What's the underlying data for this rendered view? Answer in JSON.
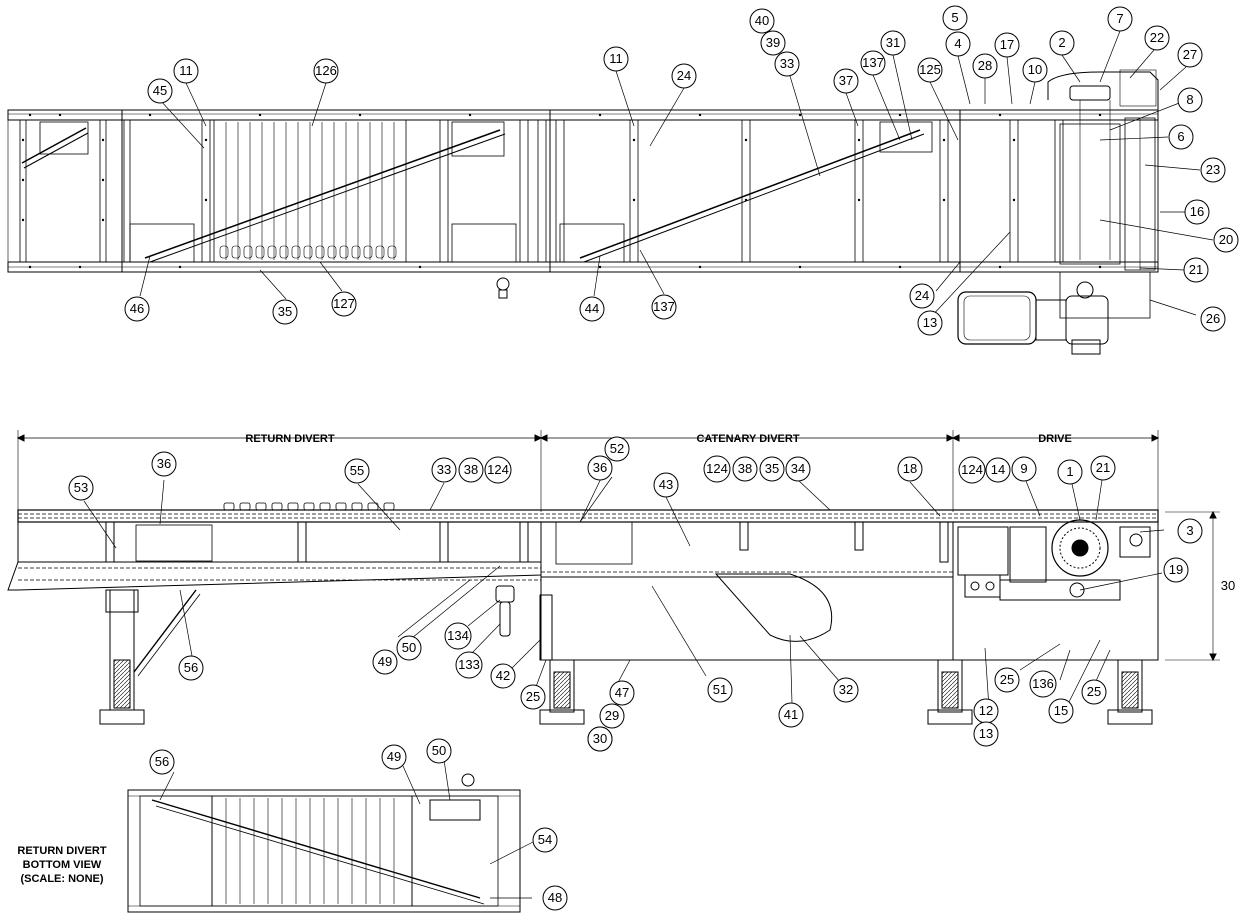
{
  "balloons": {
    "top": [
      "11",
      "45",
      "126",
      "11",
      "24",
      "40",
      "39",
      "33",
      "37",
      "137",
      "31",
      "125",
      "5",
      "4",
      "28",
      "17",
      "10",
      "2",
      "7",
      "22",
      "27",
      "8",
      "6",
      "23",
      "16",
      "20",
      "21",
      "26",
      "13",
      "24",
      "137",
      "44",
      "127",
      "35",
      "46"
    ],
    "side": [
      "36",
      "53",
      "55",
      "33",
      "38",
      "124",
      "52",
      "36",
      "43",
      "124",
      "38",
      "35",
      "34",
      "18",
      "124",
      "14",
      "9",
      "1",
      "21",
      "3",
      "19",
      "30",
      "32",
      "41",
      "51",
      "47",
      "29",
      "30",
      "42",
      "25",
      "133",
      "134",
      "49",
      "50",
      "56",
      "12",
      "13",
      "25",
      "136",
      "15",
      "25"
    ],
    "bottom": [
      "56",
      "49",
      "50",
      "54",
      "48"
    ]
  },
  "sections": {
    "return_divert": "RETURN DIVERT",
    "catenary_divert": "CATENARY DIVERT",
    "drive": "DRIVE"
  },
  "dimension": {
    "height": "30"
  },
  "bottom_view_label": [
    "RETURN DIVERT",
    "BOTTOM VIEW",
    "(SCALE: NONE)"
  ]
}
